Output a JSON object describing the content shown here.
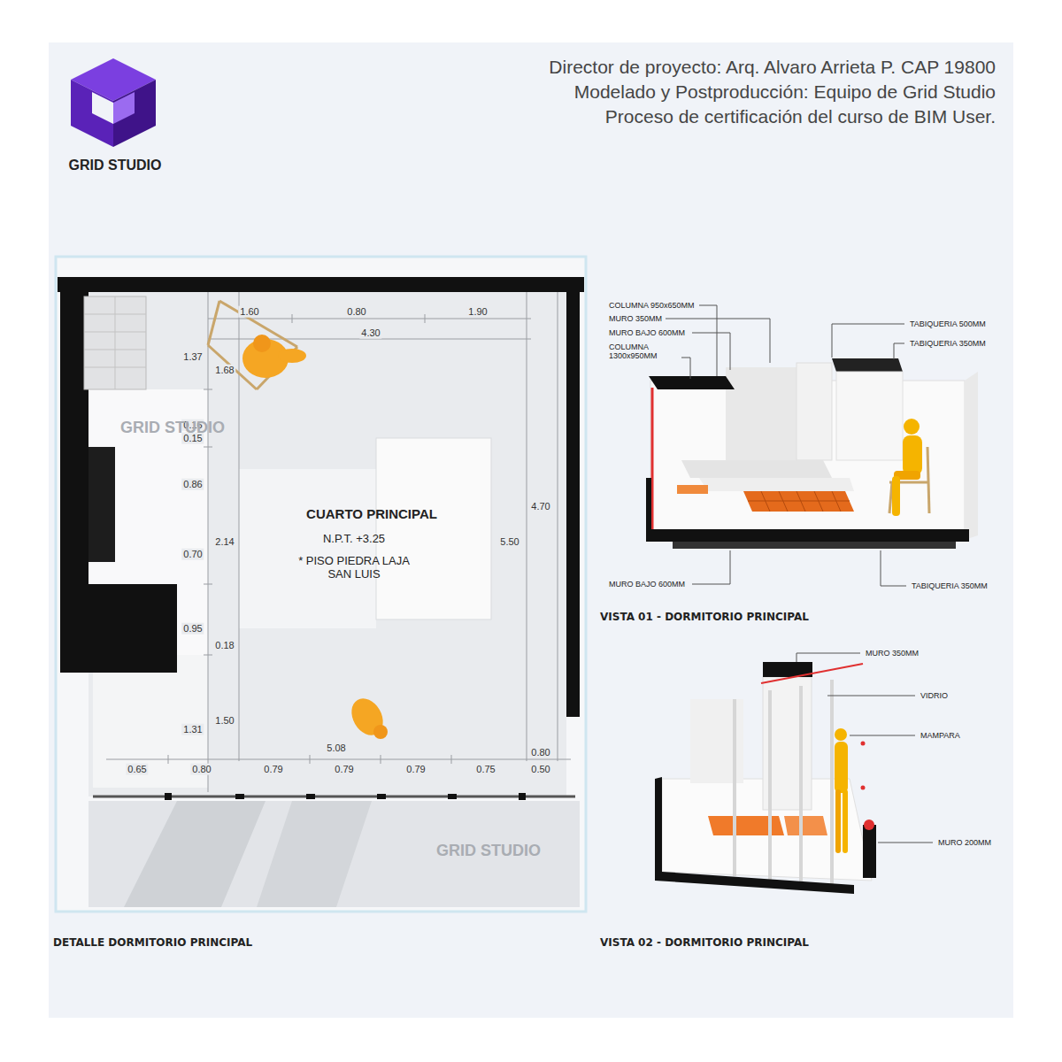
{
  "diagram": {
    "labels": [
      "GRID STUDIO",
      "Director de proyecto: Arq. Alvaro Arrieta P. CAP 19800",
      "Modelado y Postproducción: Equipo de Grid Studio",
      "Proceso de certificación del curso de BIM User.",
      "1.60",
      "0.80",
      "1.90",
      "4.30",
      "1.37",
      "1.68",
      "0.16",
      "0.15",
      "0.86",
      "2.14",
      "0.70",
      "0.95",
      "0.18",
      "1.31",
      "1.50",
      "5.08",
      "0.65",
      "0.80",
      "0.79",
      "0.79",
      "0.79",
      "0.75",
      "0.50",
      "0.80",
      "4.70",
      "5.50",
      "CUARTO PRINCIPAL",
      "N.P.T. +3.25",
      "* PISO PIEDRA LAJA SAN LUIS",
      "GRID STUDIO",
      "GRID STUDIO",
      "DETALLE DORMITORIO PRINCIPAL",
      "COLUMNA 950x650MM",
      "MURO 350MM",
      "MURO BAJO 600MM",
      "COLUMNA 1300x950MM",
      "TABIQUERIA 500MM",
      "TABIQUERIA 350MM",
      "MURO BAJO 600MM",
      "TABIQUERIA 350MM",
      "VISTA 01 - DORMITORIO PRINCIPAL",
      "MURO 350MM",
      "VIDRIO",
      "MAMPARA",
      "MURO 200MM",
      "VISTA 02 - DORMITORIO PRINCIPAL"
    ]
  }
}
